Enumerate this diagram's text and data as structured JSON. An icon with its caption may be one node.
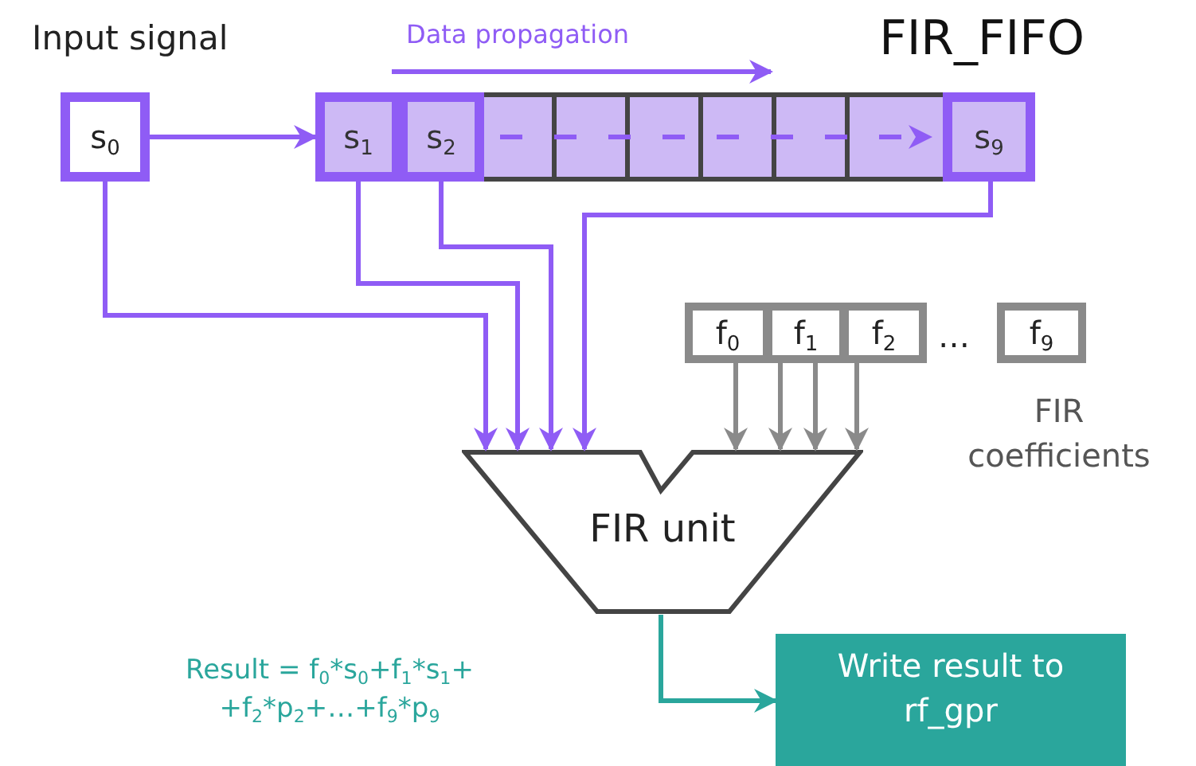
{
  "diagram": {
    "nodes": [
      {
        "text": [
          "s$_{0}$"
        ],
        "beside": [
          "Input signal"
        ]
      },
      {
        "text": [
          "FIR_FIFO"
        ]
      },
      {
        "text": [
          "s$_{1}$"
        ],
        "in": 1
      },
      {
        "text": [
          "s$_{2}$"
        ],
        "in": 1
      },
      {
        "text": [
          "s$_{9}$"
        ],
        "in": 1
      },
      {
        "text": [
          "f$_{0}$"
        ]
      },
      {
        "text": [
          "f$_{1}$"
        ]
      },
      {
        "text": [
          "f$_{2}$"
        ]
      },
      {
        "text": [
          "f$_{9}$"
        ]
      },
      {
        "text": [
          "FIR unit"
        ]
      },
      {
        "text": [
          "Write result to rf_gpr"
        ]
      }
    ],
    "edges": [
      {
        "from": 0,
        "to": 2,
        "arrow": "to"
      },
      {
        "from": 3,
        "to": 4,
        "arrow": "to",
        "style": "dashed"
      },
      {
        "from": 0,
        "to": 9,
        "arrow": "to"
      },
      {
        "from": 2,
        "to": 9,
        "arrow": "to"
      },
      {
        "from": 3,
        "to": 9,
        "arrow": "to"
      },
      {
        "from": 4,
        "to": 9,
        "arrow": "to"
      },
      {
        "from": 5,
        "to": 9,
        "arrow": "to",
        "color": "#8a8a8a"
      },
      {
        "from": 6,
        "to": 9,
        "arrow": "to",
        "color": "#8a8a8a"
      },
      {
        "from": 6,
        "to": 9,
        "arrow": "to",
        "color": "#8a8a8a"
      },
      {
        "from": 7,
        "to": 9,
        "arrow": "to",
        "color": "#8a8a8a"
      },
      {
        "from": 9,
        "to": 10,
        "arrow": "to",
        "color": "#2aa69c"
      }
    ],
    "labels": [
      "Data propagation",
      "…",
      "FIR coefficients",
      "Result = f$_{0}$*s$_{0}$+f$_{1}$*s$_{1}$+ +f$_{2}$*p$_{2}$+…+f$_{9}$*p$_{9}$"
    ]
  }
}
